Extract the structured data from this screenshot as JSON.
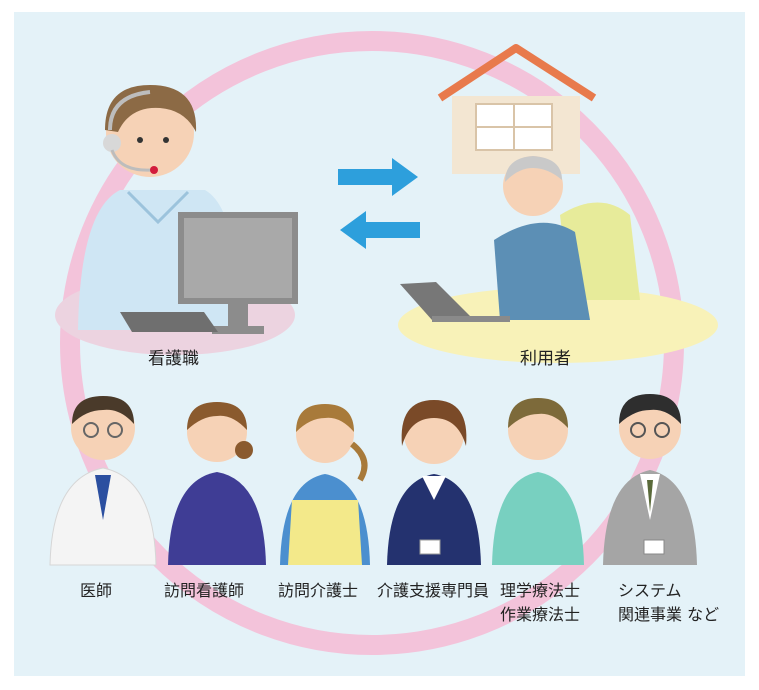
{
  "roles": {
    "nurse_operator": "看護職",
    "user": "利用者"
  },
  "professions": [
    {
      "line1": "医師",
      "line2": ""
    },
    {
      "line1": "訪問看護師",
      "line2": ""
    },
    {
      "line1": "訪問介護士",
      "line2": ""
    },
    {
      "line1": "介護支援専門員",
      "line2": ""
    },
    {
      "line1": "理学療法士",
      "line2": "作業療法士"
    },
    {
      "line1": "システム",
      "line2": "関連事業 など"
    }
  ],
  "colors": {
    "background": "#e4f2f8",
    "ring": "#f2c6dc",
    "arrow": "#2d9fdc",
    "house_roof": "#e87a4c"
  }
}
